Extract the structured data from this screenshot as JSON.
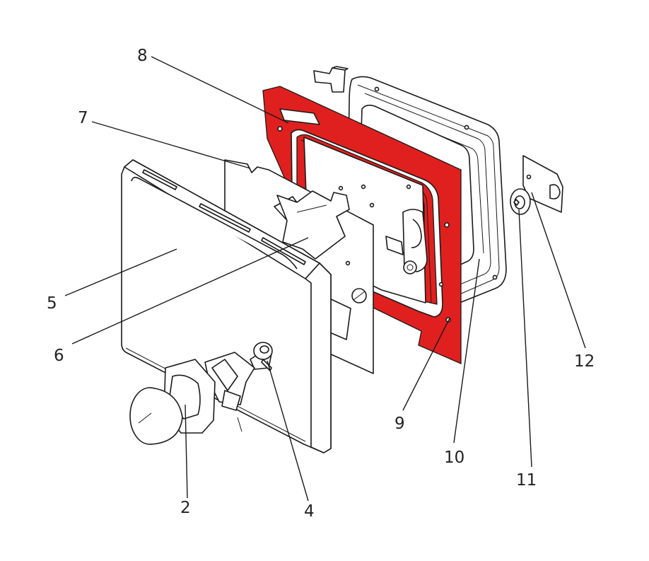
{
  "diagram": {
    "colors": {
      "gasket": "#e0201f",
      "line": "#1a1a1a",
      "background": "#ffffff"
    },
    "callouts": [
      {
        "id": "c2",
        "label": "2"
      },
      {
        "id": "c4",
        "label": "4"
      },
      {
        "id": "c5",
        "label": "5"
      },
      {
        "id": "c6",
        "label": "6"
      },
      {
        "id": "c7",
        "label": "7"
      },
      {
        "id": "c8",
        "label": "8"
      },
      {
        "id": "c9",
        "label": "9"
      },
      {
        "id": "c10",
        "label": "10"
      },
      {
        "id": "c11",
        "label": "11"
      },
      {
        "id": "c12",
        "label": "12"
      }
    ]
  }
}
